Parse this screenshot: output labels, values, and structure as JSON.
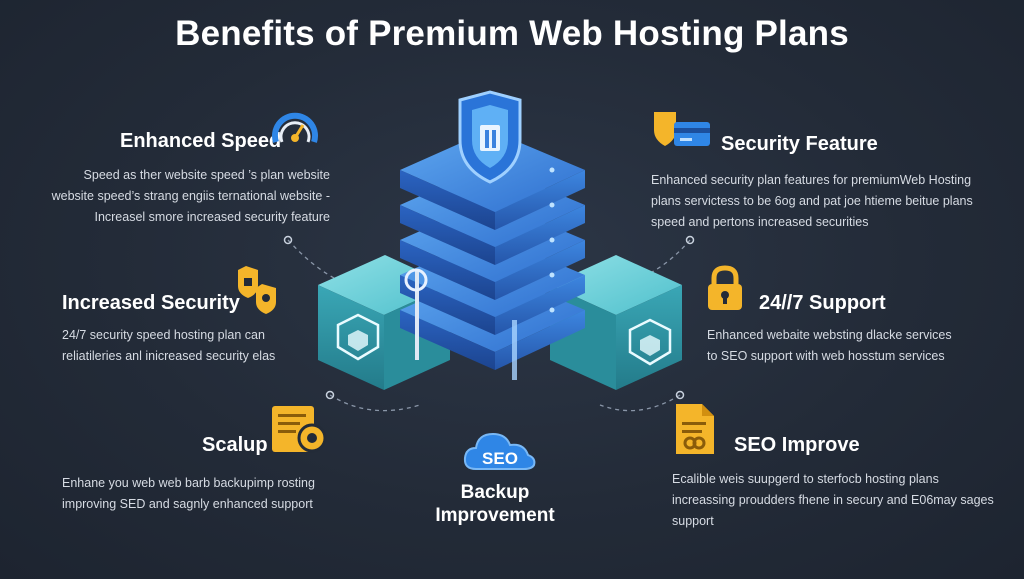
{
  "title": "Benefits of Premium Web Hosting Plans",
  "colors": {
    "background": "#232b38",
    "accent_blue": "#2f86e6",
    "accent_teal": "#3bb3c3",
    "accent_gold": "#f4b52a"
  },
  "features": {
    "enhanced_speed": {
      "title": "Enhanced Speed",
      "icon": "speedometer-icon",
      "desc": [
        "Speed as ther website speed ’s plan website",
        "website speed’s strang engiis ternational website -",
        "Increasel smore increased security feature"
      ]
    },
    "increased_security": {
      "title": "Increased Security",
      "icon": "shield-lock-icon",
      "desc": [
        "24/7 security speed hosting plan can",
        "reliatileries anl inicreased security elas"
      ]
    },
    "scalup": {
      "title": "Scalup",
      "icon": "certificate-gear-icon",
      "desc": [
        "Enhane you web web barb backupimp rosting",
        "improving SED and sagnly enhanced support"
      ]
    },
    "security_feature": {
      "title": "Security Feature",
      "icon": "shield-card-icon",
      "desc": [
        "Enhanced security plan features for premiumWeb Hosting",
        "plans servictess to be 6og and pat joe htieme beitue plans",
        "speed and pertons increased securities"
      ]
    },
    "support": {
      "title": "24//7 Support",
      "icon": "padlock-icon",
      "desc": [
        "Enhanced webaite websting dlacke services",
        "to SEO support with web hosstum services"
      ]
    },
    "seo_improve": {
      "title": "SEO Improve",
      "icon": "document-link-icon",
      "desc": [
        "Ecalible weis suupgerd to sterfocb hosting plans",
        "increassing proudders fhene in secury and E06may sages",
        "support"
      ]
    }
  },
  "center": {
    "badge_text": "SEO",
    "label_line1": "Backup",
    "label_line2": "Improvement"
  }
}
